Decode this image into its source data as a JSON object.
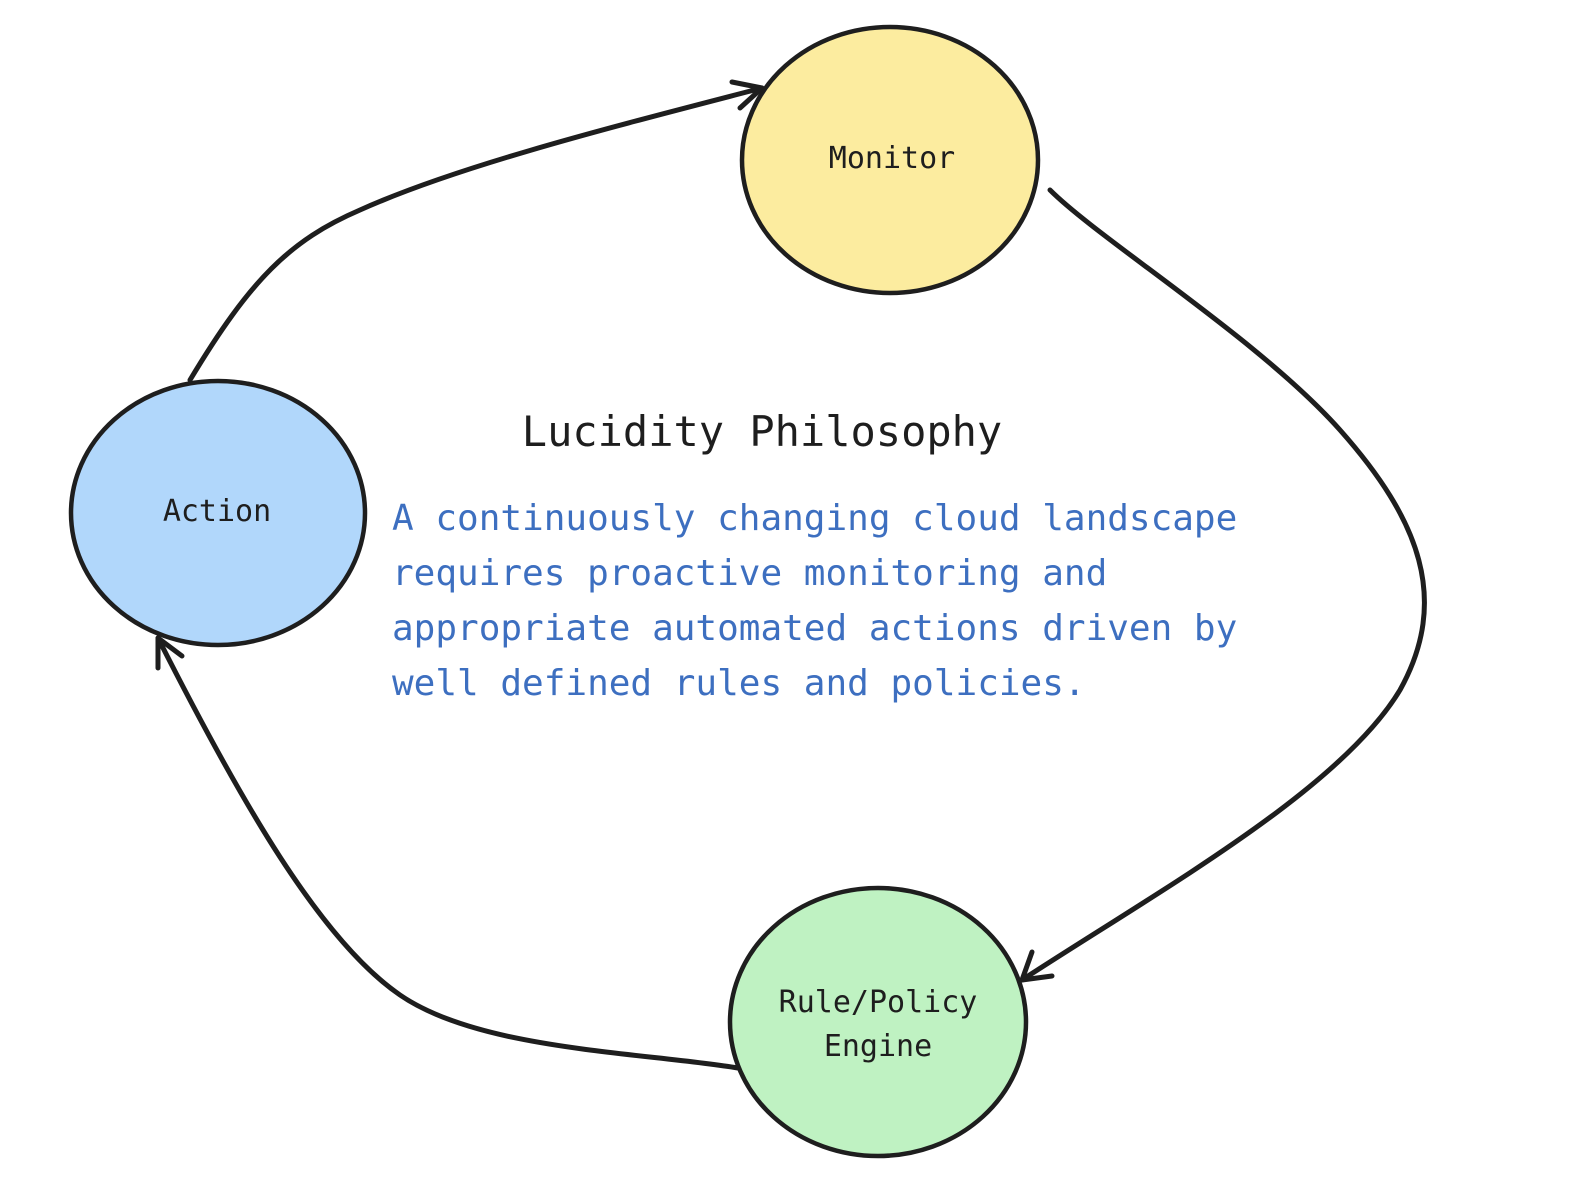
{
  "diagram": {
    "title": "Lucidity Philosophy",
    "description_lines": [
      "A continuously changing cloud landscape",
      "requires proactive monitoring and",
      "appropriate automated actions driven by",
      "well defined rules and policies."
    ],
    "nodes": {
      "monitor": {
        "label": "Monitor",
        "fill": "#fcec9f"
      },
      "action": {
        "label": "Action",
        "fill": "#b1d7fb"
      },
      "engine": {
        "label_lines": [
          "Rule/Policy",
          "Engine"
        ],
        "fill": "#bff2c2"
      }
    },
    "edges": [
      {
        "from": "action",
        "to": "monitor"
      },
      {
        "from": "monitor",
        "to": "engine"
      },
      {
        "from": "engine",
        "to": "action"
      }
    ],
    "colors": {
      "stroke": "#1e1e1e",
      "description_text": "#3d6fc0",
      "background": "#ffffff"
    }
  }
}
